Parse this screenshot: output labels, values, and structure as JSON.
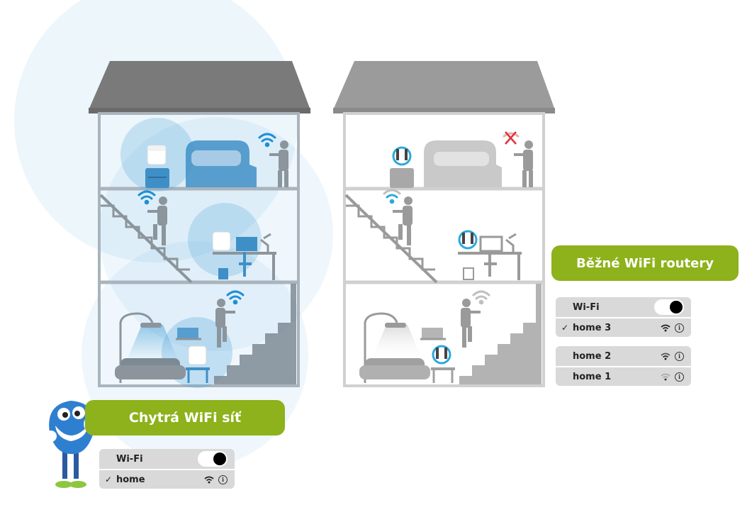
{
  "smart_network": {
    "title": "Chytrá WiFi síť",
    "wifi_label": "Wi-Fi",
    "networks": [
      {
        "name": "home",
        "connected": true,
        "signal": "strong"
      }
    ]
  },
  "regular_routers": {
    "title": "Běžné WiFi routery",
    "wifi_label": "Wi-Fi",
    "connected_network": {
      "name": "home 3",
      "signal": "strong"
    },
    "other_networks": [
      {
        "name": "home 2",
        "signal": "strong"
      },
      {
        "name": "home 1",
        "signal": "weak"
      }
    ]
  },
  "colors": {
    "accent_green": "#8db21b",
    "coverage_blue": "#4ba3d9",
    "device_blue": "#3f8fc7",
    "roof_gray": "#7a7a7a",
    "house_line": "#b5b5b5",
    "panel_gray": "#d9d9d9"
  },
  "icons": [
    "wifi-icon",
    "info-icon",
    "checkmark-icon",
    "mesh-node-icon",
    "router-icon",
    "no-signal-icon",
    "mascot-icon"
  ]
}
